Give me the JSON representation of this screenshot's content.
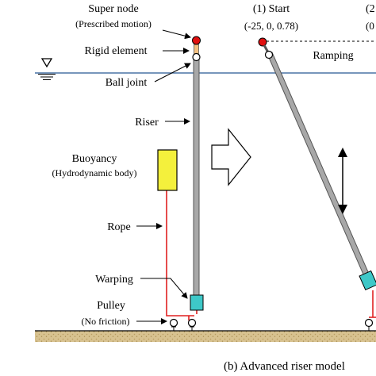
{
  "labels": {
    "super_node": "Super node",
    "prescribed_motion": "(Prescribed motion)",
    "rigid_element": "Rigid element",
    "ball_joint": "Ball joint",
    "riser": "Riser",
    "buoyancy": "Buoyancy",
    "hydrodynamic_body": "(Hydrodynamic body)",
    "rope": "Rope",
    "warping": "Warping",
    "pulley": "Pulley",
    "no_friction": "(No friction)",
    "start": "(1) Start",
    "start_coords": "(-25, 0, 0.78)",
    "next_step_partial": "(2",
    "next_coords_partial": "(0",
    "ramping": "Ramping",
    "caption": "(b) Advanced riser model"
  },
  "colors": {
    "water_line": "#4a74a6",
    "rope": "#e02020",
    "super_node": "#e01010",
    "buoy": "#f4f03c",
    "warping_box": "#3ec8c8",
    "riser": "#a0a0a0",
    "seabed": "#d8c290"
  },
  "icons": [
    "water-level-icon",
    "right-arrow-icon",
    "vertical-double-arrow-icon"
  ]
}
